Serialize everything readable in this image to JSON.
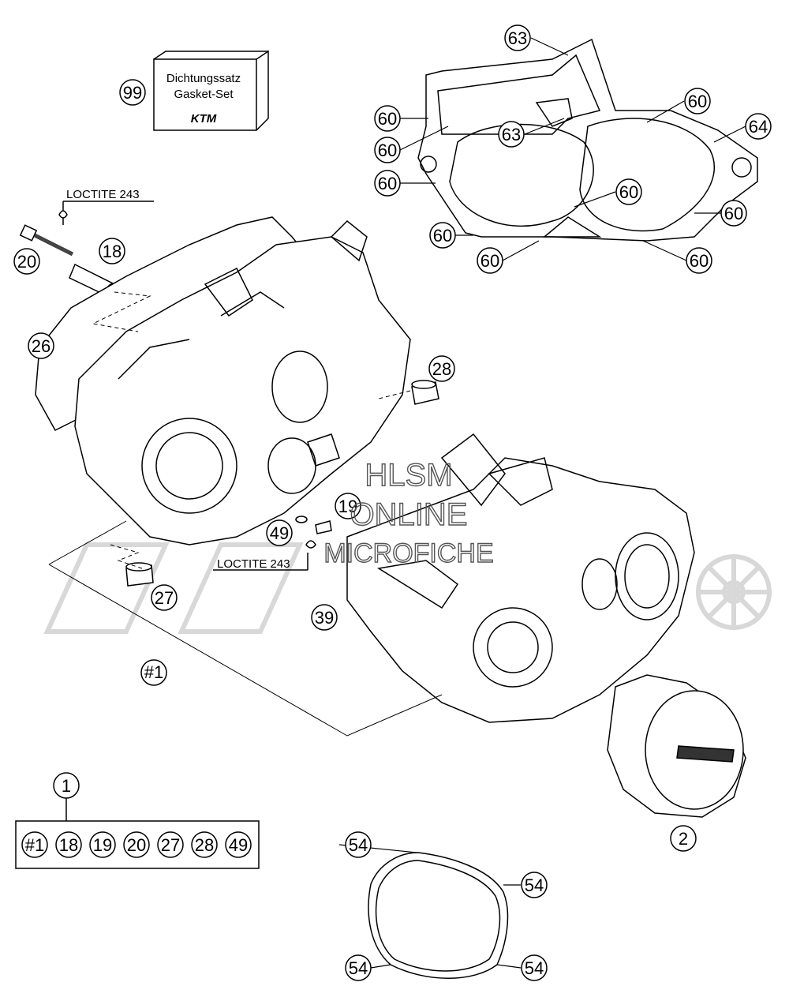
{
  "kit_box": {
    "line1": "Dichtungssatz",
    "line2": "Gasket-Set",
    "brand": "KTM"
  },
  "labels": {
    "loctite_top": "LOCTITE 243",
    "loctite_mid": "LOCTITE 243"
  },
  "watermark": {
    "line1": "HLSM",
    "line2": "ONLINE",
    "line3": "MICROFICHE"
  },
  "callouts": {
    "c99": "99",
    "c20": "20",
    "c18": "18",
    "c26": "26",
    "c28": "28",
    "c19": "19",
    "c49": "49",
    "c27": "27",
    "c39": "39",
    "c1": "#1",
    "c63a": "63",
    "c63b": "63",
    "c64": "64",
    "c60a": "60",
    "c60b": "60",
    "c60c": "60",
    "c60d": "60",
    "c60e": "60",
    "c60f": "60",
    "c60g": "60",
    "c60h": "60",
    "c60i": "60",
    "c2": "2",
    "c54a": "54",
    "c54b": "54",
    "c54c": "54",
    "c54d": "54",
    "kit_title": "1"
  },
  "kit_items": [
    "#1",
    "18",
    "19",
    "20",
    "27",
    "28",
    "49"
  ]
}
